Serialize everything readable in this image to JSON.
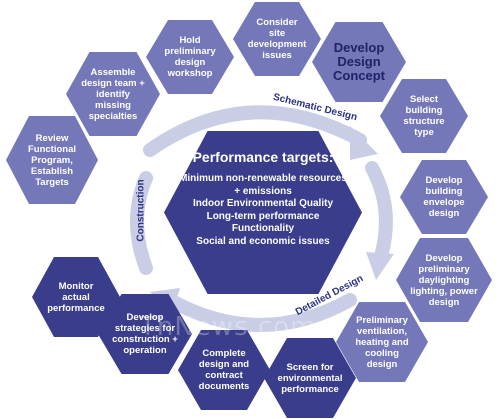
{
  "center": {
    "title": "Performance targets:",
    "items": [
      "Minimum non-renewable resources",
      "+ emissions",
      "Indoor Environmental Quality",
      "Long-term performance",
      "Functionality",
      "Social and economic issues"
    ]
  },
  "phases": {
    "schematic": "Schematic Design",
    "detailed": "Detailed Design",
    "construction": "Construction"
  },
  "steps": [
    {
      "label": "Hold\npreliminary\ndesign\nworkshop"
    },
    {
      "label": "Consider site\ndevelopment\nissues"
    },
    {
      "label": "Develop\nDesign\nConcept"
    },
    {
      "label": "Select\nbuilding\nstructure type"
    },
    {
      "label": "Develop\nbuilding\nenvelope\ndesign"
    },
    {
      "label": "Develop\npreliminary\ndaylighting\nlighting, power\ndesign"
    },
    {
      "label": "Preliminary\nventilation,\nheating and\ncooling design"
    },
    {
      "label": "Screen for\nenvironmental\nperformance"
    },
    {
      "label": "Complete\ndesign and\ncontract\ndocuments"
    },
    {
      "label": "Develop\nstrategies for\nconstruction +\noperation"
    },
    {
      "label": "Monitor\nactual\nperformance"
    },
    {
      "label": "Review\nFunctional\nProgram,\nEstablish\nTargets"
    },
    {
      "label": "Assemble\ndesign team +\nidentify missing\nspecialties"
    }
  ],
  "watermark": "ThNews.com",
  "colors": {
    "light_hex": "#7478b8",
    "dark_hex": "#393d8c",
    "accent_text": "#1f2367",
    "arrow": "#c9cee6"
  }
}
